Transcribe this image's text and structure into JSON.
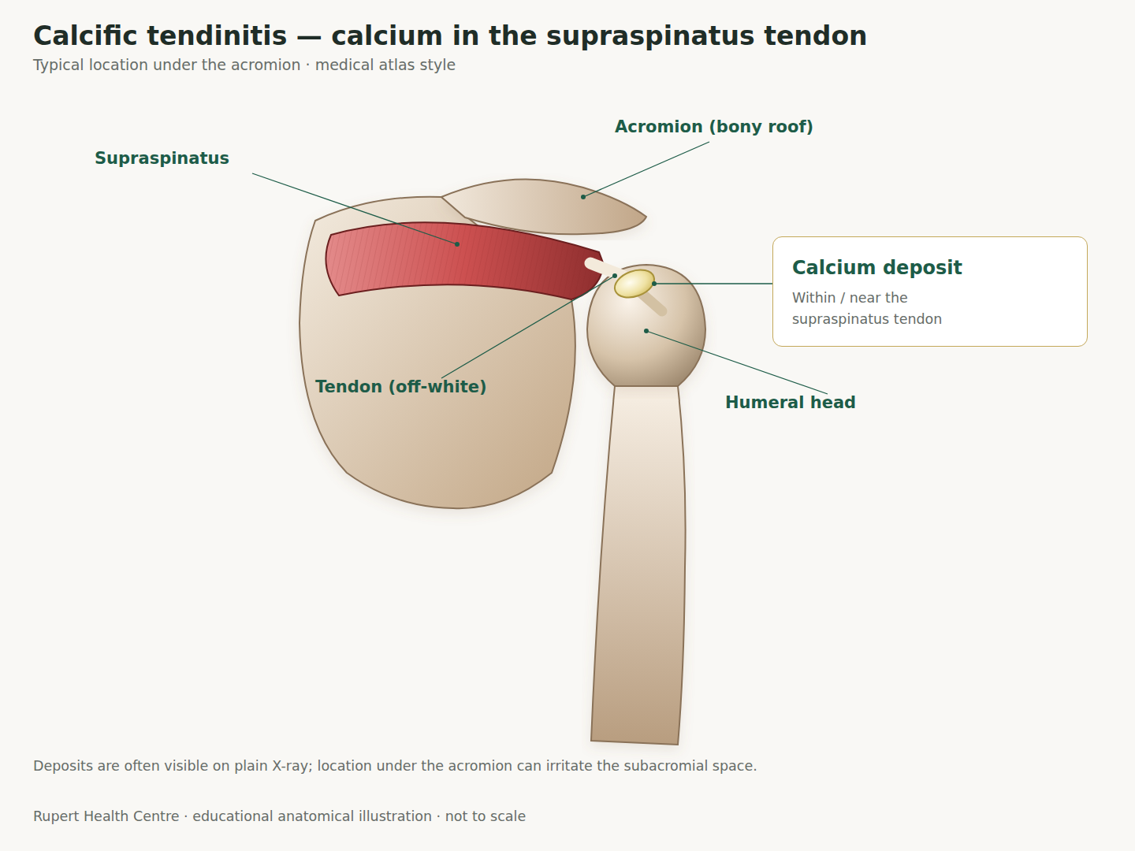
{
  "diagram": {
    "title": "Calcific tendinitis — calcium in the supraspinatus tendon",
    "caption": "Typical location under the acromion · medical atlas style",
    "nodes": [
      {
        "text": [
          "Calcium deposit",
          "Within / near the supraspinatus tendon"
        ]
      }
    ],
    "labels": [
      "Supraspinatus",
      "Acromion (bony roof)",
      "Tendon (off-white)",
      "Humeral head",
      "Deposits are often visible on plain X-ray; location under the acromion can irritate the subacromial space.",
      "Rupert Health Centre · educational anatomical illustration · not to scale"
    ]
  }
}
